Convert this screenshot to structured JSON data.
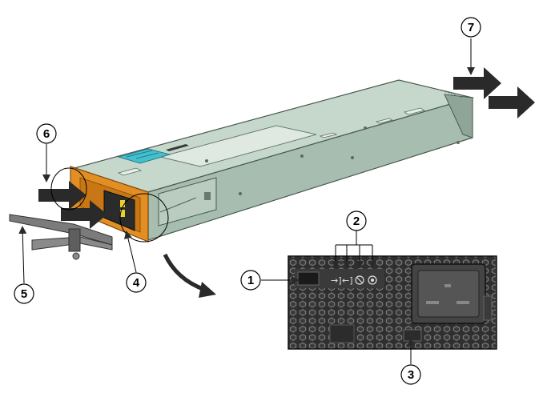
{
  "callouts": [
    {
      "label": "1"
    },
    {
      "label": "2"
    },
    {
      "label": "3"
    },
    {
      "label": "4"
    },
    {
      "label": "5"
    },
    {
      "label": "6"
    },
    {
      "label": "7"
    }
  ],
  "colors": {
    "chassis": "#b9cdbf",
    "chassis_side": "#9fb6a8",
    "chassis_edge": "#4a5a52",
    "faceplate": "#e08a1c",
    "handle": "#6e6e6e",
    "label_blue": "#43c0cf",
    "arrow": "#2a2a2a",
    "panel": "#3b3b3b",
    "socket": "#555555"
  },
  "icons": [
    "power-input-icon",
    "power-output-icon",
    "fault-icon",
    "ok-icon"
  ]
}
